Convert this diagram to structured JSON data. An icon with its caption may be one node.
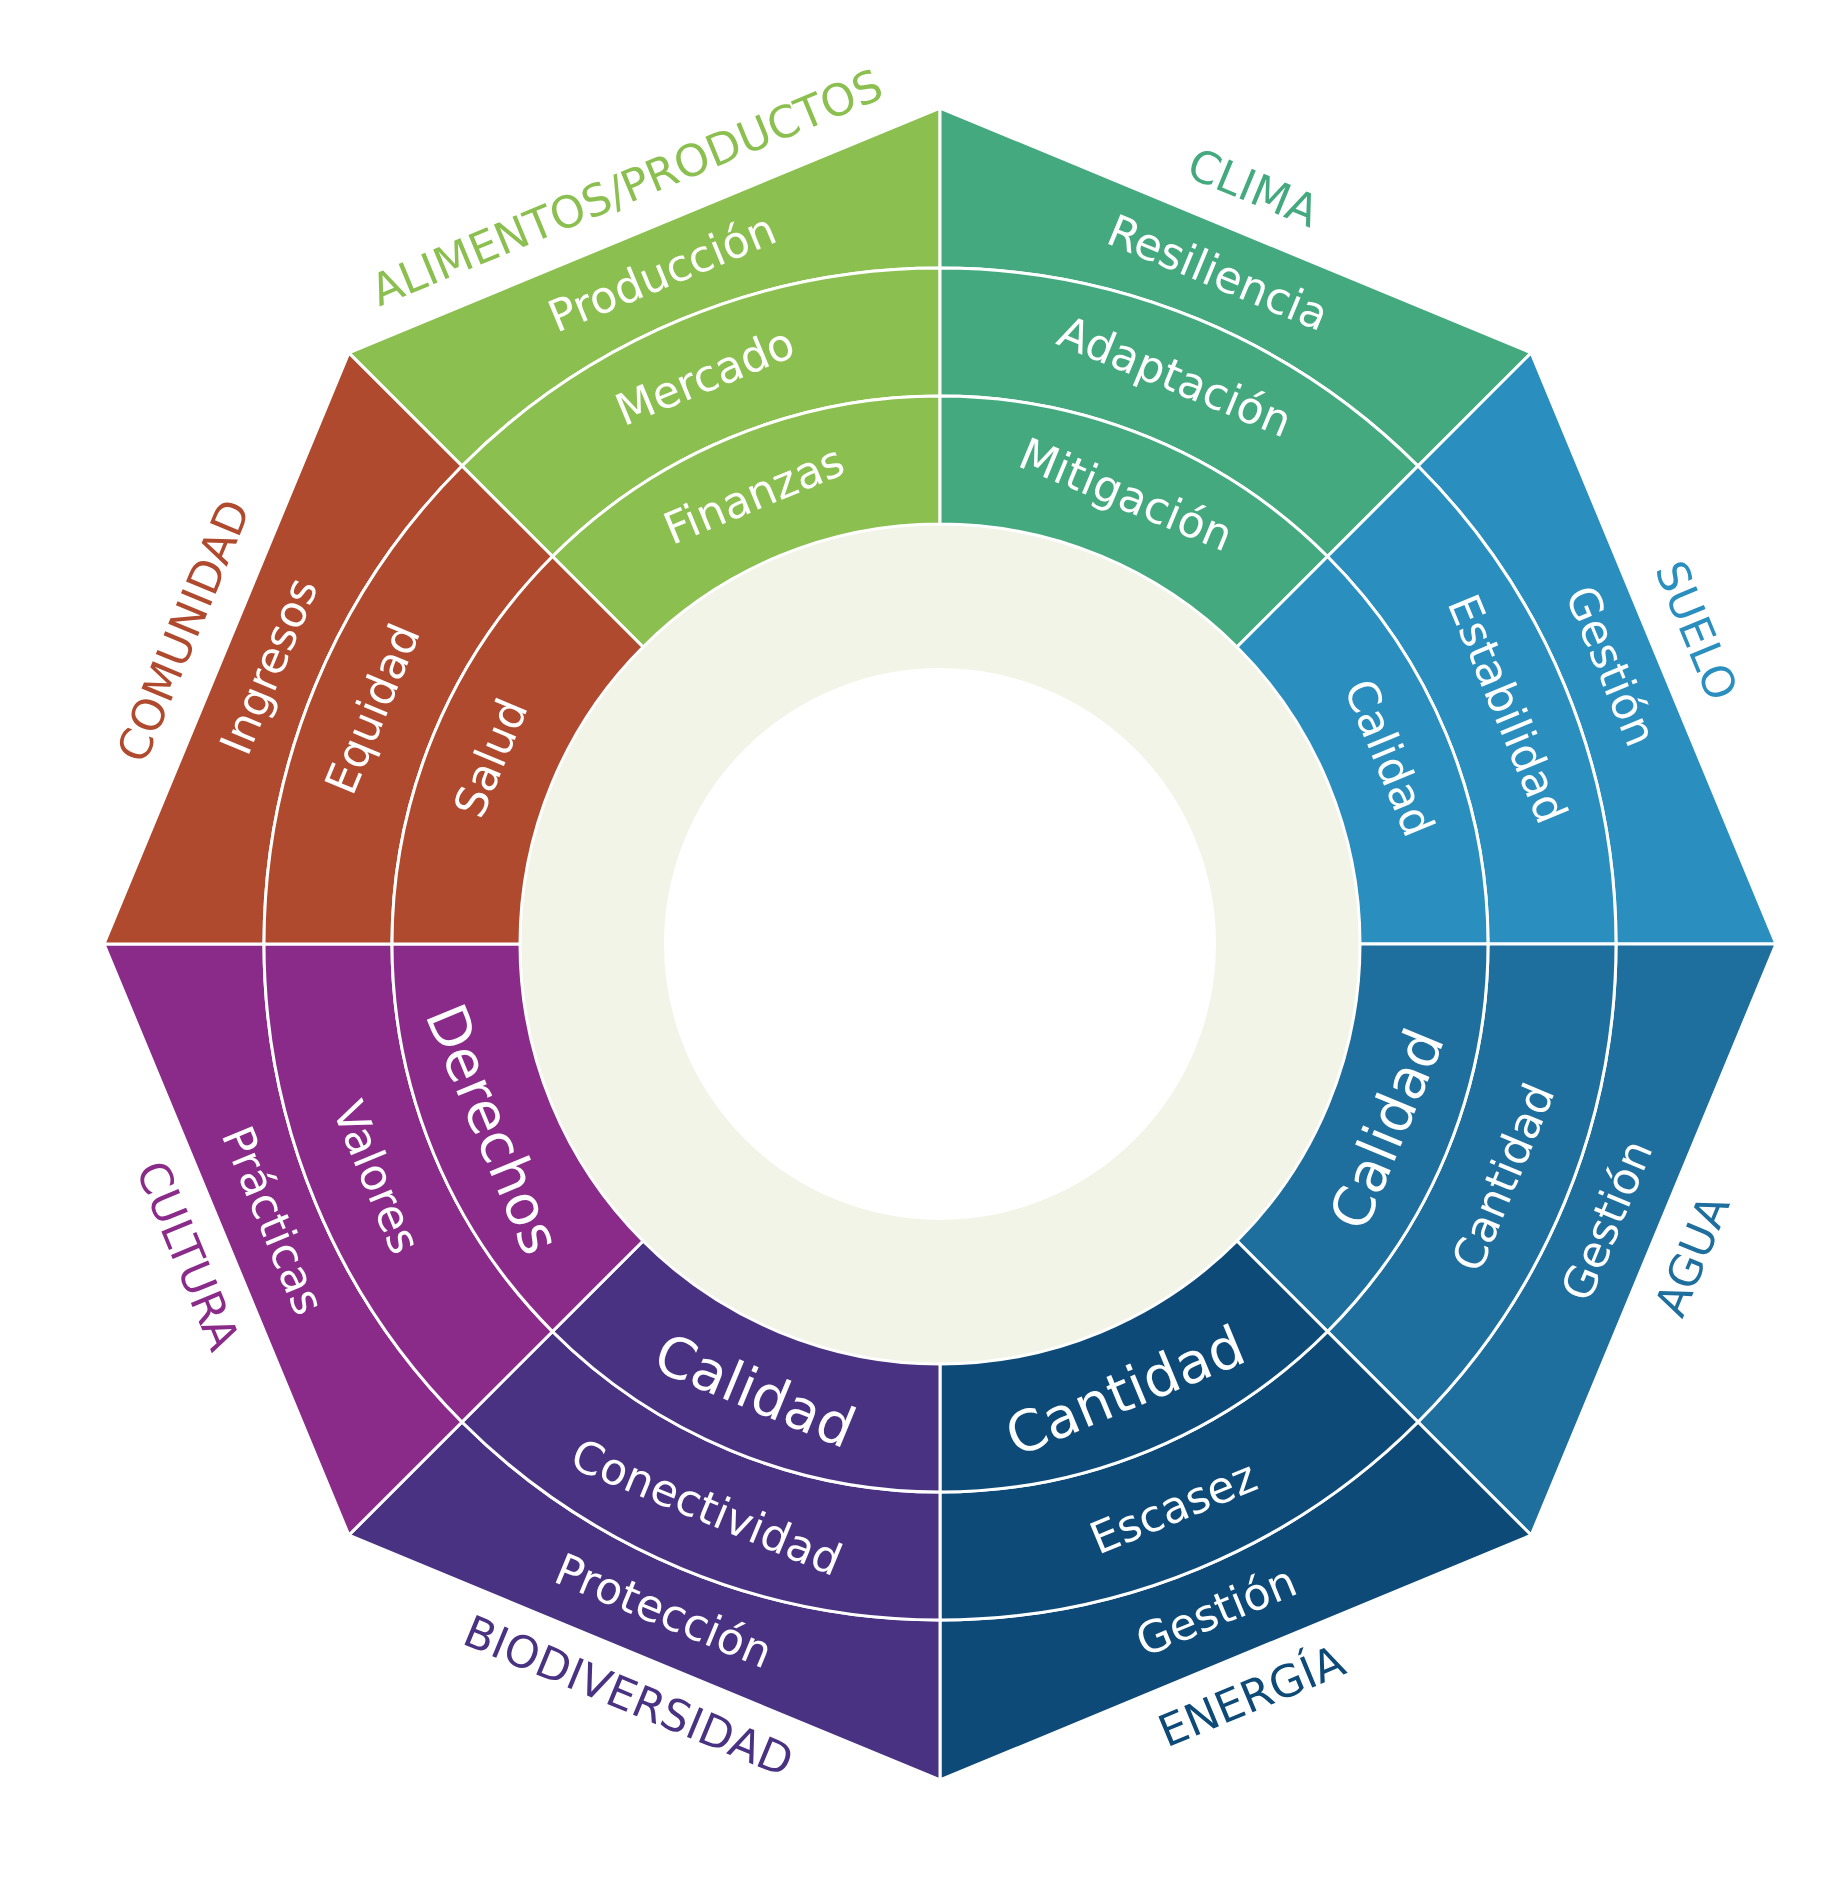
{
  "diagram": {
    "nodes": [
      {
        "text": [
          "ALIMENTOS/PRODUCTOS"
        ]
      },
      {
        "text": [
          "Producción"
        ],
        "in": 0
      },
      {
        "text": [
          "Mercado"
        ],
        "in": 0
      },
      {
        "text": [
          "Finanzas"
        ],
        "in": 0
      },
      {
        "text": [
          "CLIMA"
        ]
      },
      {
        "text": [
          "Resiliencia"
        ],
        "in": 4
      },
      {
        "text": [
          "Adaptación"
        ],
        "in": 4
      },
      {
        "text": [
          "Mitigación"
        ],
        "in": 4
      },
      {
        "text": [
          "SUELO"
        ]
      },
      {
        "text": [
          "Gestión"
        ],
        "in": 8
      },
      {
        "text": [
          "Estabilidad"
        ],
        "in": 8
      },
      {
        "text": [
          "Calidad"
        ],
        "in": 8
      },
      {
        "text": [
          "AGUA"
        ]
      },
      {
        "text": [
          "Gestión"
        ],
        "in": 12
      },
      {
        "text": [
          "Cantidad"
        ],
        "in": 12
      },
      {
        "text": [
          "Calidad"
        ],
        "in": 12
      },
      {
        "text": [
          "ENERGÍA"
        ]
      },
      {
        "text": [
          "Gestión"
        ],
        "in": 16
      },
      {
        "text": [
          "Escasez"
        ],
        "in": 16
      },
      {
        "text": [
          "Cantidad"
        ],
        "in": 16
      },
      {
        "text": [
          "BIODIVERSIDAD"
        ]
      },
      {
        "text": [
          "Protección"
        ],
        "in": 20
      },
      {
        "text": [
          "Conectividad"
        ],
        "in": 20
      },
      {
        "text": [
          "Calidad"
        ],
        "in": 20
      },
      {
        "text": [
          "CULTURA"
        ]
      },
      {
        "text": [
          "Prácticas"
        ],
        "in": 24
      },
      {
        "text": [
          "Valores"
        ],
        "in": 24
      },
      {
        "text": [
          "Derechos"
        ],
        "in": 24
      },
      {
        "text": [
          "COMUNIDAD"
        ]
      },
      {
        "text": [
          "Ingresos"
        ],
        "in": 28
      },
      {
        "text": [
          "Equidad"
        ],
        "in": 28
      },
      {
        "text": [
          "Salud"
        ],
        "in": 28
      },
      {
        "text": [],
        "shape": "circle"
      }
    ]
  }
}
